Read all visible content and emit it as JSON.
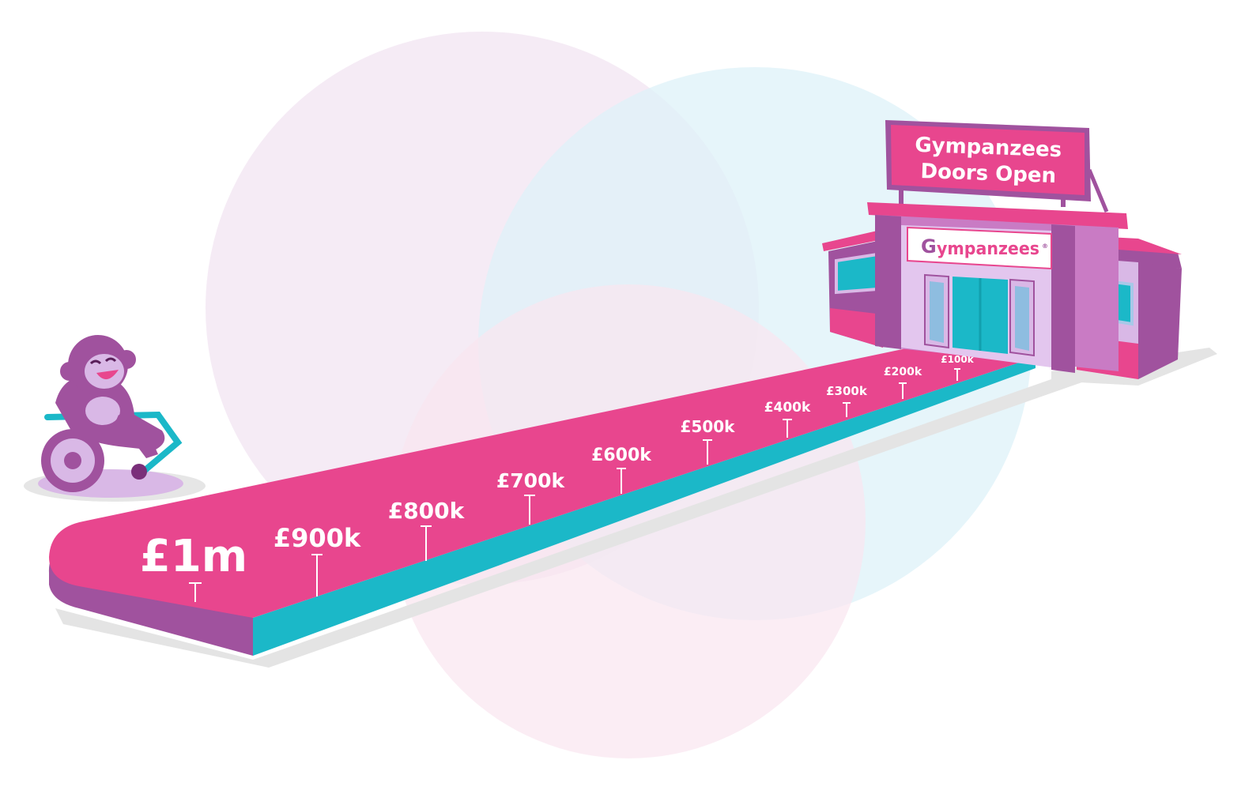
{
  "sign": {
    "line1": "Gympanzees",
    "line2": "Doors Open"
  },
  "logo": {
    "text": "ympanzees",
    "mark": "G",
    "trademark": "®"
  },
  "milestones": [
    {
      "id": "1m",
      "label": "£1m"
    },
    {
      "id": "900k",
      "label": "£900k"
    },
    {
      "id": "800k",
      "label": "£800k"
    },
    {
      "id": "700k",
      "label": "£700k"
    },
    {
      "id": "600k",
      "label": "£600k"
    },
    {
      "id": "500k",
      "label": "£500k"
    },
    {
      "id": "400k",
      "label": "£400k"
    },
    {
      "id": "300k",
      "label": "£300k"
    },
    {
      "id": "200k",
      "label": "£200k"
    },
    {
      "id": "100k",
      "label": "£100k"
    }
  ],
  "mascot": "monkey-in-wheelchair-icon",
  "building": "gympanzees-building-icon",
  "colors": {
    "pink": "#e8468e",
    "purple": "#a0529e",
    "teal": "#1bb8c8",
    "lavender": "#d9b8e6",
    "white": "#ffffff"
  }
}
